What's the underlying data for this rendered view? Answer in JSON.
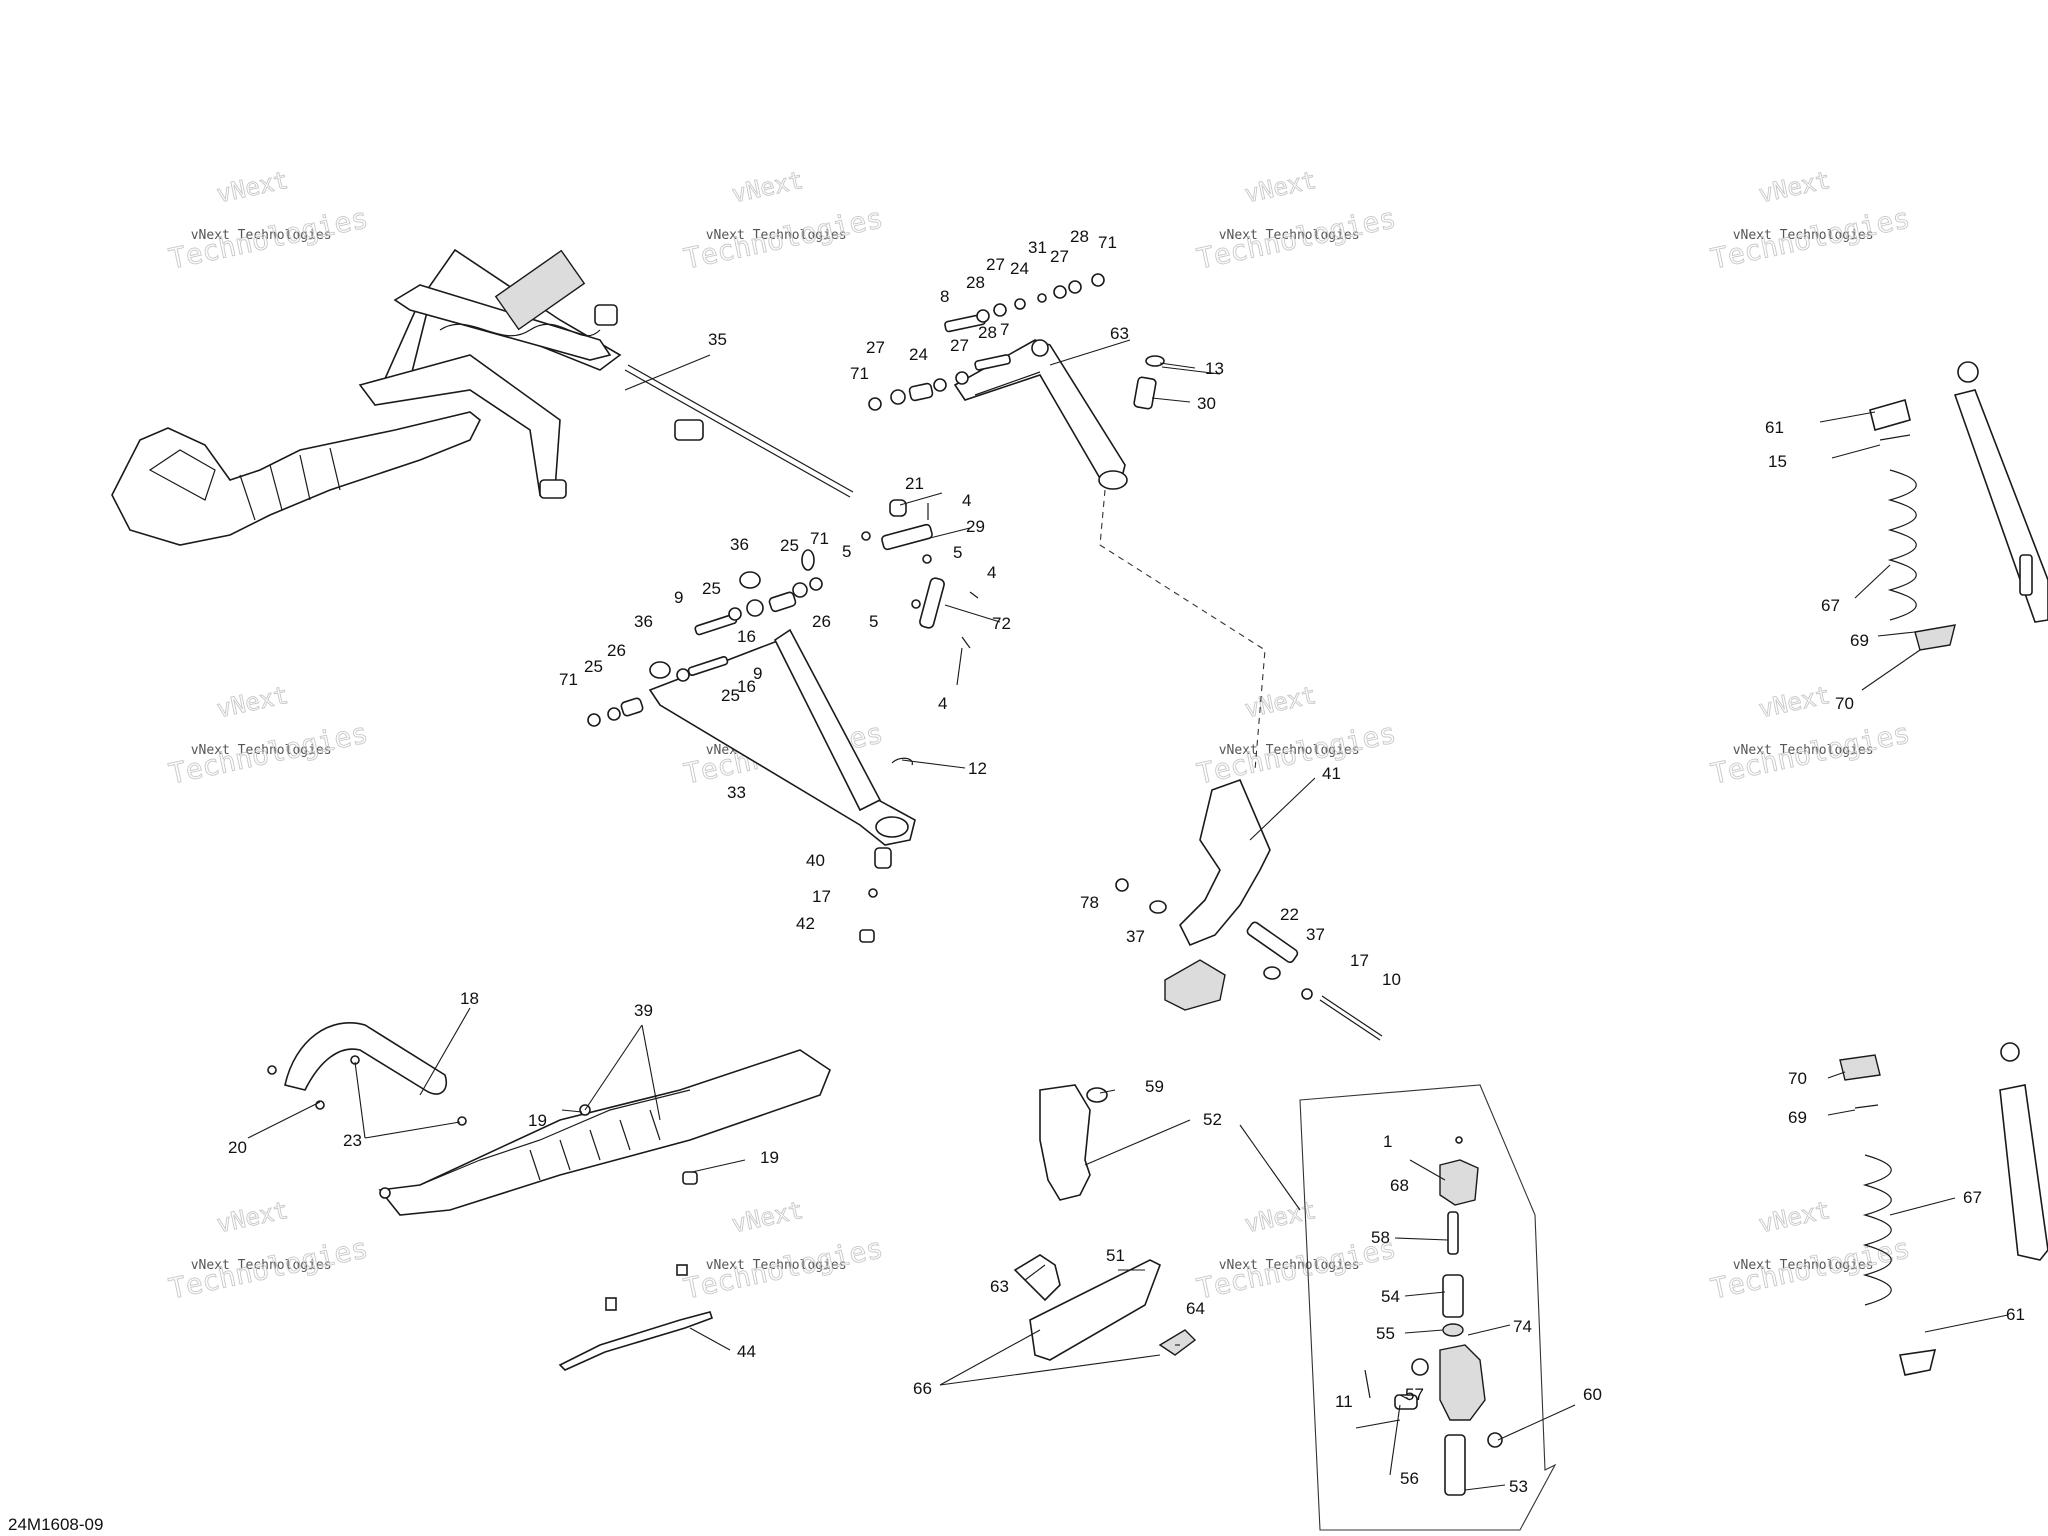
{
  "diagram_code": "24M1608-09",
  "watermark": {
    "line1": "vNext",
    "line2": "vNext Technologies",
    "line3": "Technologies"
  },
  "callouts": [
    "1",
    "4",
    "5",
    "7",
    "8",
    "9",
    "10",
    "11",
    "12",
    "13",
    "15",
    "16",
    "17",
    "18",
    "19",
    "20",
    "21",
    "22",
    "23",
    "24",
    "25",
    "26",
    "27",
    "28",
    "29",
    "30",
    "31",
    "33",
    "35",
    "36",
    "37",
    "39",
    "40",
    "41",
    "42",
    "44",
    "51",
    "52",
    "53",
    "54",
    "55",
    "56",
    "57",
    "58",
    "59",
    "60",
    "61",
    "63",
    "64",
    "66",
    "67",
    "68",
    "69",
    "70",
    "71",
    "72",
    "74",
    "78"
  ]
}
